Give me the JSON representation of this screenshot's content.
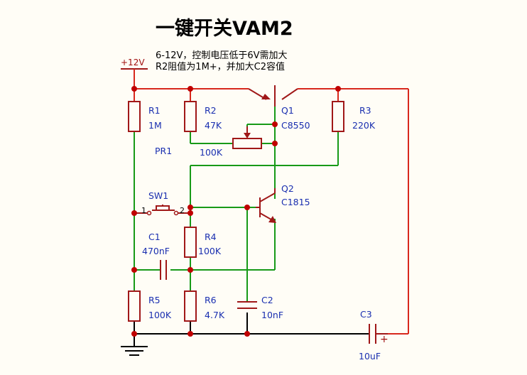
{
  "title": "一键开关VAM2",
  "notes": [
    "6-12V，控制电压低于6V需加大",
    "R2阻值为1M+，并加大C2容值"
  ],
  "supply": "+12V",
  "components": {
    "R1": {
      "ref": "R1",
      "value": "1M"
    },
    "R2": {
      "ref": "R2",
      "value": "47K"
    },
    "R3": {
      "ref": "R3",
      "value": "220K"
    },
    "R4": {
      "ref": "R4",
      "value": "100K"
    },
    "R5": {
      "ref": "R5",
      "value": "100K"
    },
    "R6": {
      "ref": "R6",
      "value": "4.7K"
    },
    "PR1": {
      "ref": "PR1",
      "value": "100K"
    },
    "Q1": {
      "ref": "Q1",
      "value": "C8550"
    },
    "Q2": {
      "ref": "Q2",
      "value": "C1815"
    },
    "C1": {
      "ref": "C1",
      "value": "470nF"
    },
    "C2": {
      "ref": "C2",
      "value": "10nF"
    },
    "C3": {
      "ref": "C3",
      "value": "10uF"
    },
    "SW1": {
      "ref": "SW1",
      "pin1": "1",
      "pin2": "2"
    }
  },
  "c3_polarity": "+",
  "colors": {
    "wire_red": "#d8281d",
    "wire_green": "#189a18",
    "component": "#a01818",
    "label": "#1a2fb0",
    "junction": "#c00000"
  }
}
